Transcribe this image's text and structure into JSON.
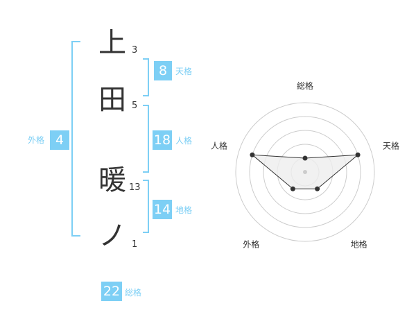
{
  "name": {
    "chars": [
      {
        "char": "上",
        "strokes": "3"
      },
      {
        "char": "田",
        "strokes": "5"
      },
      {
        "char": "暖",
        "strokes": "13"
      },
      {
        "char": "ノ",
        "strokes": "1"
      }
    ]
  },
  "kakusu": {
    "tenkaku": {
      "value": "8",
      "label": "天格"
    },
    "jinkaku": {
      "value": "18",
      "label": "人格"
    },
    "chikaku": {
      "value": "14",
      "label": "地格"
    },
    "gaikaku": {
      "value": "4",
      "label": "外格"
    },
    "soukaku": {
      "value": "22",
      "label": "総格"
    }
  },
  "radar": {
    "axes": [
      "総格",
      "天格",
      "地格",
      "外格",
      "人格"
    ],
    "values": [
      0.2,
      0.8,
      0.3,
      0.3,
      0.8
    ],
    "accent": "#7dcff5",
    "ring_color": "#cccccc",
    "fill_color": "#eeeeee"
  }
}
